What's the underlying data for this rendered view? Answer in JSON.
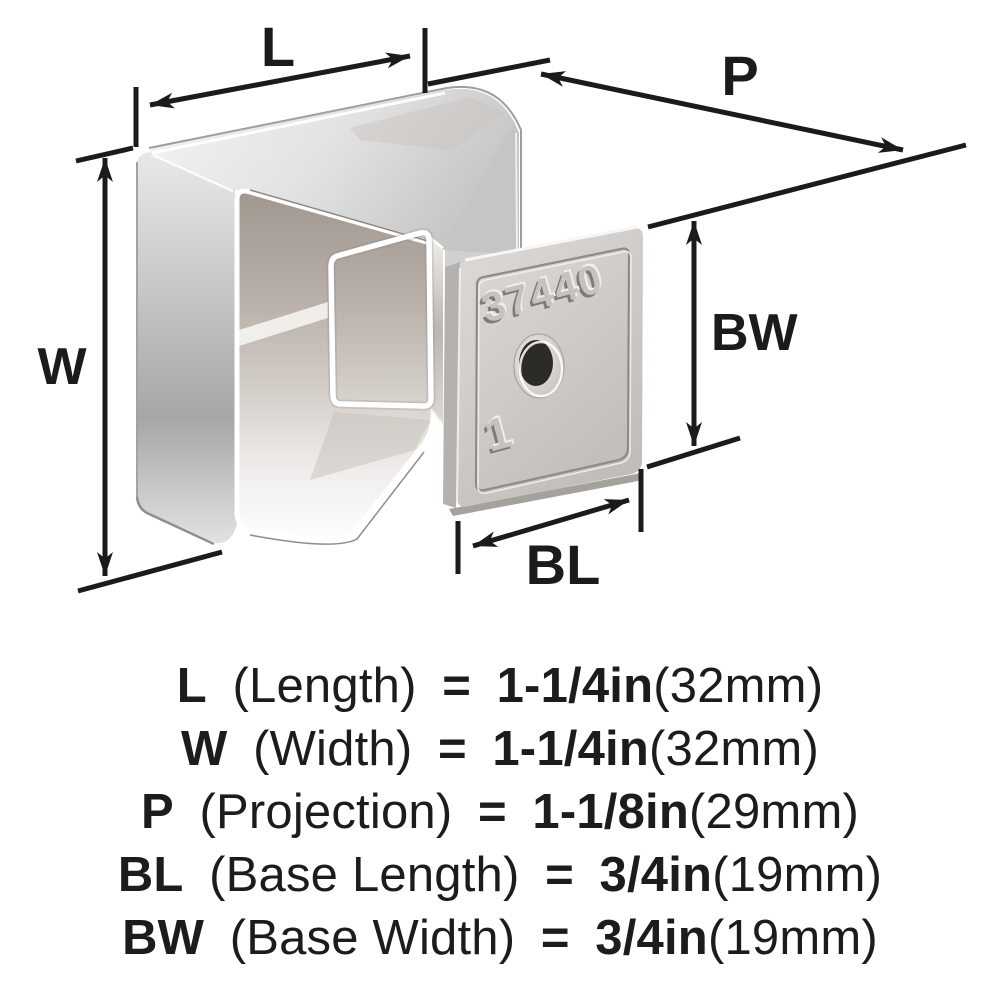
{
  "diagram": {
    "part_number": "37440",
    "orientation_mark": "1",
    "dimension_labels": {
      "length": "L",
      "width": "W",
      "projection": "P",
      "base_width": "BW",
      "base_length": "BL"
    },
    "colors": {
      "background": "#ffffff",
      "dimension_ink": "#1b1b1b",
      "chrome_highlight": "#ffffff",
      "chrome_light": "#ececec",
      "chrome_mid": "#b9b9b9",
      "interior_taupe": "#a89f97",
      "plate_gray": "#cfccc8",
      "hole_dark": "#2d2b28"
    }
  },
  "specs": [
    {
      "code": "L",
      "name": "(Length)",
      "eq": "=",
      "imperial": "1-1/4in",
      "metric": "(32mm)"
    },
    {
      "code": "W",
      "name": "(Width)",
      "eq": "=",
      "imperial": "1-1/4in",
      "metric": "(32mm)"
    },
    {
      "code": "P",
      "name": "(Projection)",
      "eq": "=",
      "imperial": "1-1/8in",
      "metric": "(29mm)"
    },
    {
      "code": "BL",
      "name": "(Base Length)",
      "eq": "=",
      "imperial": "3/4in",
      "metric": "(19mm)"
    },
    {
      "code": "BW",
      "name": "(Base Width)",
      "eq": "=",
      "imperial": "3/4in",
      "metric": "(19mm)"
    }
  ]
}
